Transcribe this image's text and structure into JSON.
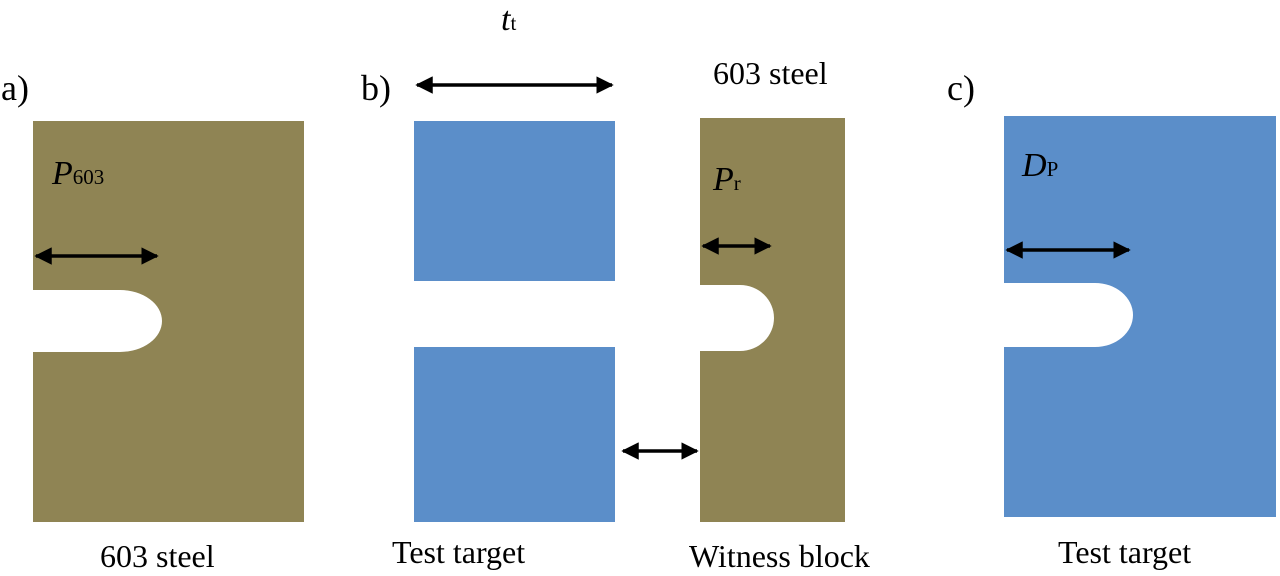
{
  "panels": {
    "a": {
      "label": "a)",
      "caption": "603 steel",
      "symbol": "P",
      "symbol_sub": "603",
      "color": "#8f8454"
    },
    "b": {
      "label": "b)",
      "top_symbol": "t",
      "top_symbol_sub": "t",
      "top_caption": "603 steel",
      "target_caption": "Test target",
      "witness_caption": "Witness block",
      "symbol": "P",
      "symbol_sub": "r",
      "target_color": "#5b8ec9",
      "witness_color": "#8f8454"
    },
    "c": {
      "label": "c)",
      "caption": "Test target",
      "symbol": "D",
      "symbol_sub": "P",
      "color": "#5b8ec9"
    }
  }
}
